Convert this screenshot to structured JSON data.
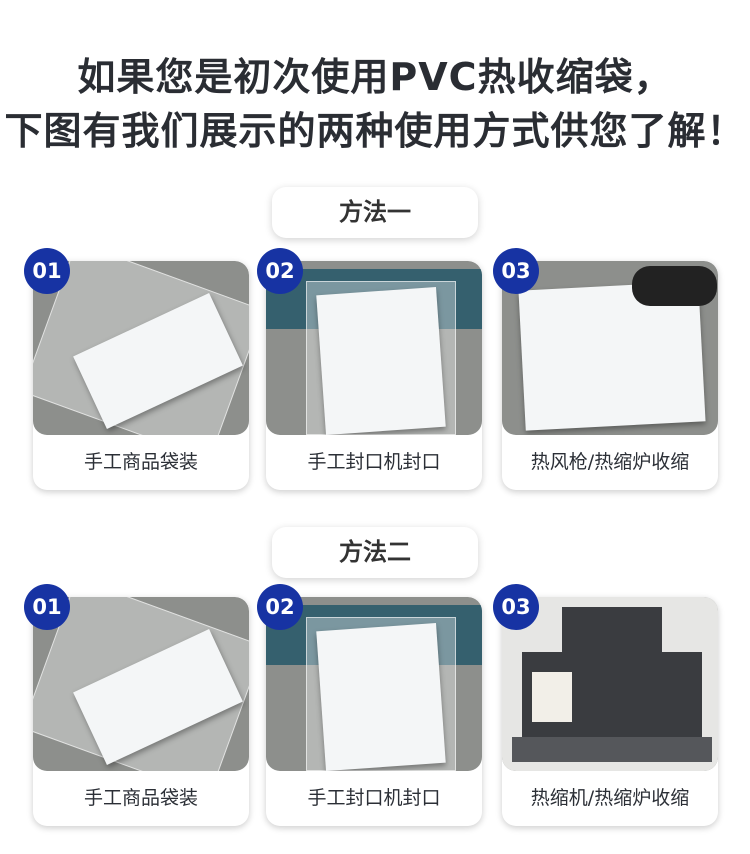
{
  "headline": {
    "line1": "如果您是初次使用PVC热收缩袋，",
    "line2": "下图有我们展示的两种使用方式供您了解！"
  },
  "methods": [
    {
      "title": "方法一",
      "steps": [
        {
          "badge": "01",
          "label": "手工商品袋装",
          "image": "bagged-product-photo"
        },
        {
          "badge": "02",
          "label": "手工封口机封口",
          "image": "sealer-photo"
        },
        {
          "badge": "03",
          "label": "热风枪/热缩炉收缩",
          "image": "heat-gun-photo"
        }
      ]
    },
    {
      "title": "方法二",
      "steps": [
        {
          "badge": "01",
          "label": "手工商品袋装",
          "image": "bagged-product-photo"
        },
        {
          "badge": "02",
          "label": "手工封口机封口",
          "image": "sealer-photo"
        },
        {
          "badge": "03",
          "label": "热缩机/热缩炉收缩",
          "image": "shrink-machine-photo"
        }
      ]
    }
  ],
  "colors": {
    "badge": "#1733a3",
    "text": "#2a2d33"
  }
}
